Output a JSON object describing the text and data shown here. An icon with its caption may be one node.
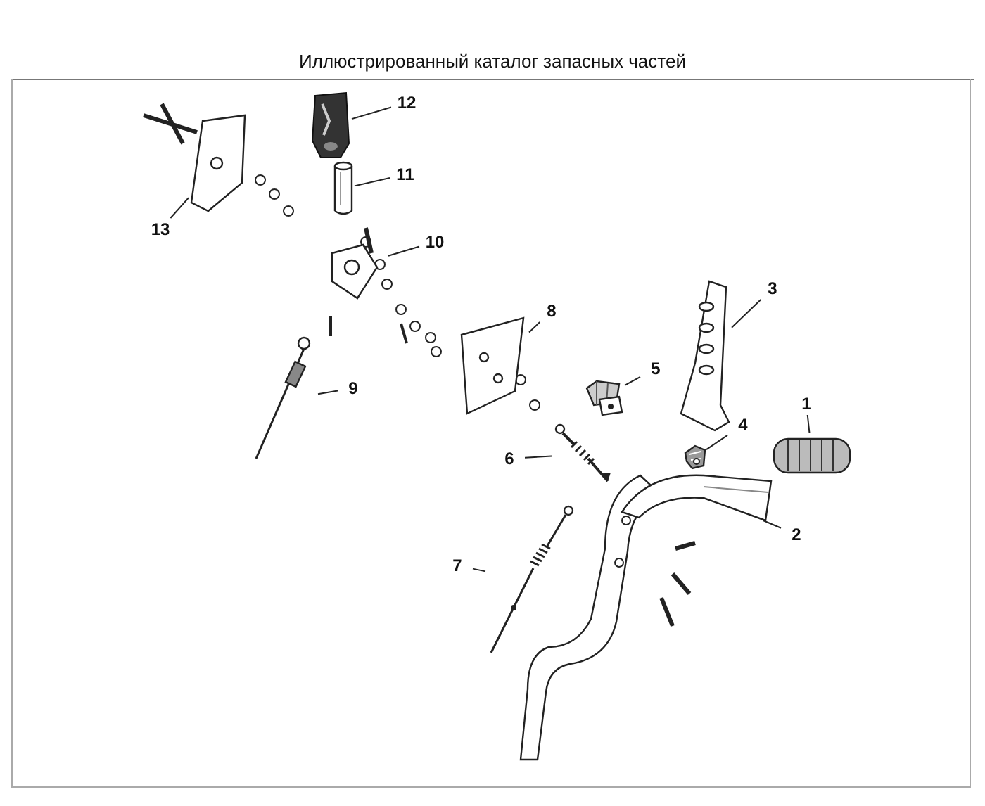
{
  "diagram": {
    "title": "Иллюстрированный каталог запасных частей",
    "nodes": [
      {
        "text": [
          "1"
        ]
      },
      {
        "text": [
          "2"
        ]
      },
      {
        "text": [
          "3"
        ]
      },
      {
        "text": [
          "4"
        ]
      },
      {
        "text": [
          "5"
        ]
      },
      {
        "text": [
          "6"
        ]
      },
      {
        "text": [
          "7"
        ]
      },
      {
        "text": [
          "8"
        ]
      },
      {
        "text": [
          "9"
        ]
      },
      {
        "text": [
          "10"
        ]
      },
      {
        "text": [
          "11"
        ]
      },
      {
        "text": [
          "12"
        ]
      },
      {
        "text": [
          "13"
        ]
      },
      {
        "text": [],
        "shape": "picture"
      },
      {
        "text": [],
        "shape": "picture"
      },
      {
        "text": [],
        "shape": "picture"
      },
      {
        "text": [],
        "shape": "picture"
      },
      {
        "text": [],
        "shape": "picture"
      },
      {
        "text": [],
        "shape": "picture"
      },
      {
        "text": [],
        "shape": "picture"
      },
      {
        "text": [],
        "shape": "picture"
      },
      {
        "text": [],
        "shape": "picture"
      },
      {
        "text": [],
        "shape": "picture"
      },
      {
        "text": [],
        "shape": "picture"
      },
      {
        "text": [],
        "shape": "picture"
      },
      {
        "text": [],
        "shape": "picture"
      }
    ],
    "edges": [
      {
        "from": 0,
        "to": 13,
        "arrow": "none"
      },
      {
        "from": 1,
        "to": 14,
        "arrow": "none"
      },
      {
        "from": 2,
        "to": 15,
        "arrow": "none"
      },
      {
        "from": 3,
        "to": 16,
        "arrow": "none"
      },
      {
        "from": 4,
        "to": 17,
        "arrow": "none"
      },
      {
        "from": 5,
        "to": 18,
        "arrow": "none"
      },
      {
        "from": 6,
        "to": 19,
        "arrow": "none"
      },
      {
        "from": 7,
        "to": 20,
        "arrow": "none"
      },
      {
        "from": 8,
        "to": 21,
        "arrow": "none"
      },
      {
        "from": 9,
        "to": 22,
        "arrow": "none"
      },
      {
        "from": 10,
        "to": 23,
        "arrow": "none"
      },
      {
        "from": 11,
        "to": 24,
        "arrow": "none"
      },
      {
        "from": 12,
        "to": 25,
        "arrow": "none"
      }
    ]
  }
}
